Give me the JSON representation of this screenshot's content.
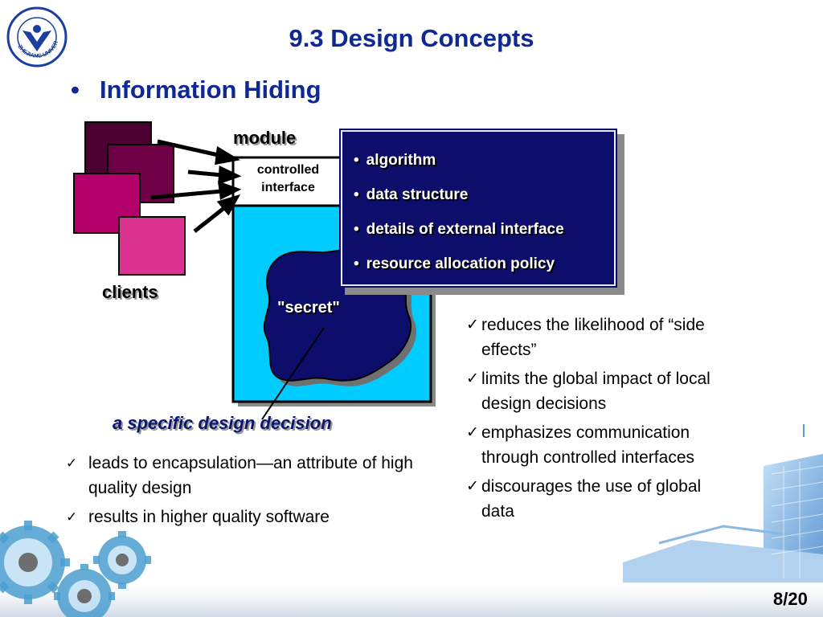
{
  "slide": {
    "title": "9.3  Design Concepts",
    "bullet": "Information Hiding",
    "page_number": "8/20"
  },
  "logo": {
    "text": "ZHEJIANG UNIVERSITY"
  },
  "diagram": {
    "module_label": "module",
    "controlled_interface": [
      "controlled",
      "interface"
    ],
    "clients_label": "clients",
    "secret_label": "\"secret\"",
    "decision_label": "a specific design decision",
    "secret_items": [
      "algorithm",
      "data structure",
      "details of external interface",
      "resource allocation policy"
    ]
  },
  "benefits": [
    "reduces the likelihood of “side effects”",
    "limits the global impact of local design decisions",
    "emphasizes communication through controlled interfaces",
    "discourages the use of global data"
  ],
  "results": [
    "leads to encapsulation—an attribute of high quality design",
    "results in higher quality software"
  ],
  "icons": {
    "check": "✓"
  },
  "colors": {
    "title": "#0f2894",
    "secret_box": "#0d0d6b",
    "module_body": "#00ccff",
    "blob": "#0d0d6b",
    "client_dark": "#4a0030",
    "client_mid": "#6e0045",
    "client_magenta": "#b3006b",
    "client_light": "#d9338f"
  }
}
